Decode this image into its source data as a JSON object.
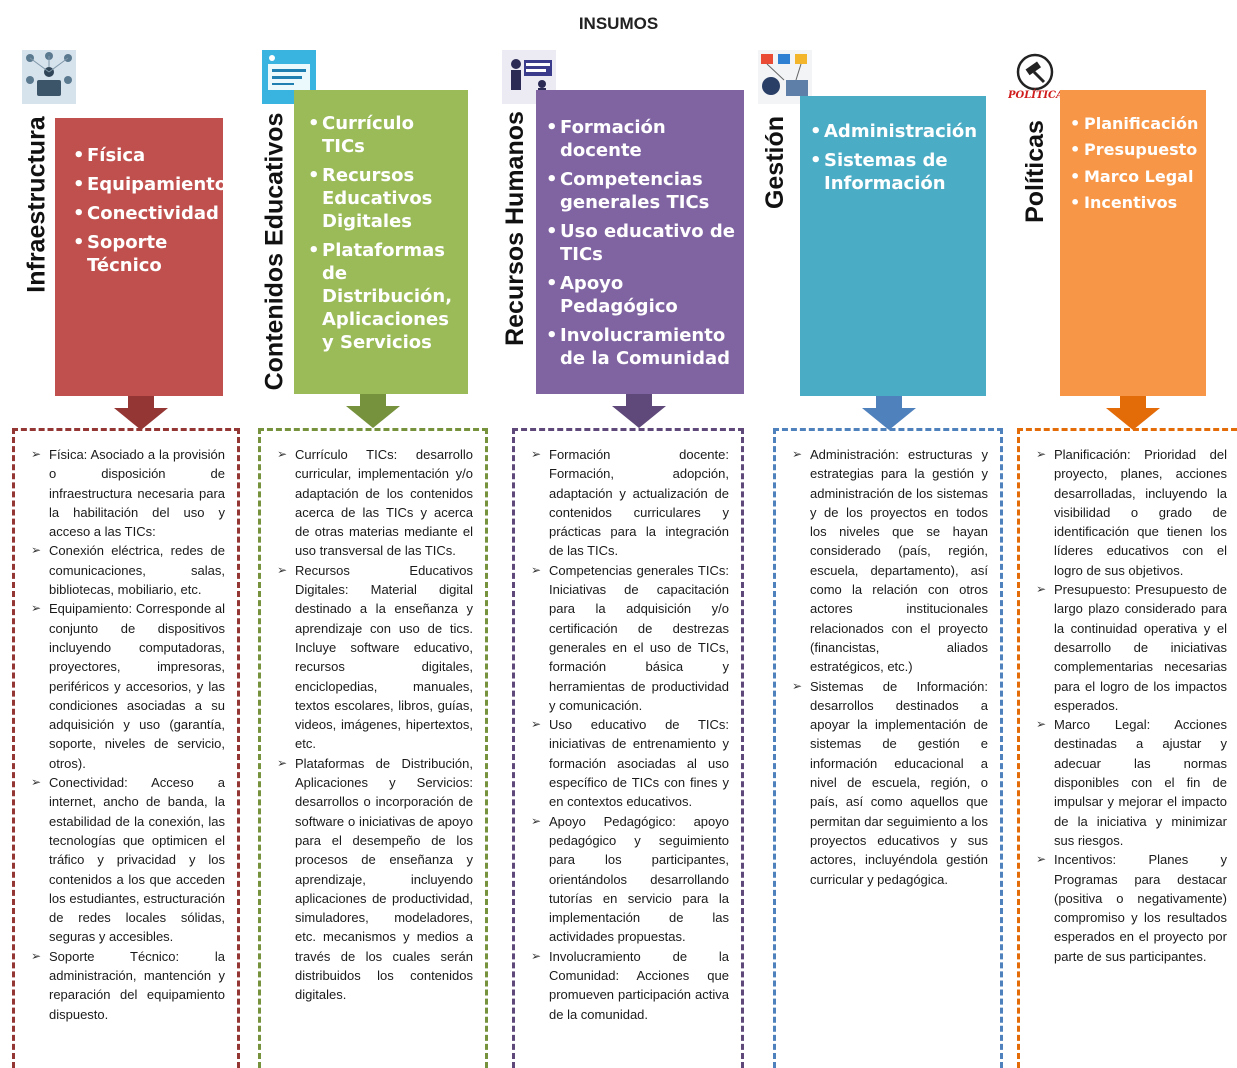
{
  "title": "INSUMOS",
  "columns": [
    {
      "label": "Infraestructura",
      "color": "#C0504D",
      "icon": "people-network-icon",
      "items": [
        "Física",
        "Equipamiento",
        "Conectividad",
        "Soporte Técnico"
      ],
      "descriptions": [
        "Física: Asociado a la provisión o disposición de infraestructura necesaria para la habilitación del uso y acceso a las TICs:",
        "Conexión eléctrica, redes de comunicaciones, salas, bibliotecas, mobiliario, etc.",
        "Equipamiento: Corresponde al conjunto de dispositivos incluyendo computadoras, proyectores, impresoras, periféricos y accesorios, y las condiciones asociadas a su adquisición y uso (garantía, soporte, niveles de servicio, otros).",
        "Conectividad: Acceso a internet, ancho de banda, la estabilidad de la conexión, las tecnologías que optimicen el tráfico y privacidad y los contenidos a los que acceden los estudiantes, estructuración de redes locales sólidas, seguras y accesibles.",
        "Soporte Técnico: la administración, mantención y reparación del equipamiento dispuesto."
      ]
    },
    {
      "label": "Contenidos Educativos",
      "color": "#9BBB59",
      "icon": "educational-content-icon",
      "items": [
        "Currículo TICs",
        "Recursos Educativos Digitales",
        "Plataformas de Distribución, Aplicaciones y Servicios"
      ],
      "descriptions": [
        "Currículo TICs: desarrollo curricular, implementación y/o adaptación de los contenidos acerca de las TICs y acerca de otras materias mediante el uso transversal de las TICs.",
        "Recursos Educativos Digitales: Material digital destinado a la enseñanza y aprendizaje con uso de tics. Incluye software educativo, recursos digitales, enciclopedias, manuales, textos escolares, libros, guías, videos, imágenes, hipertextos, etc.",
        "Plataformas de Distribución, Aplicaciones y Servicios: desarrollos o incorporación de software o iniciativas de apoyo para el desempeño de los procesos de enseñanza y aprendizaje, incluyendo aplicaciones de productividad, simuladores, modeladores, etc. mecanismos y medios a través de los cuales serán distribuidos los contenidos digitales."
      ]
    },
    {
      "label": "Recursos Humanos",
      "color": "#8064A2",
      "icon": "human-resources-icon",
      "items": [
        "Formación docente",
        "Competencias generales TICs",
        "Uso educativo de TICs",
        "Apoyo Pedagógico",
        "Involucramiento de la Comunidad"
      ],
      "descriptions": [
        "Formación docente: Formación, adopción, adaptación y actualización de contenidos curriculares y prácticas para la integración de las TICs.",
        "Competencias generales TICs: Iniciativas de capacitación para la adquisición y/o certificación de destrezas generales en el uso de TICs, formación básica y herramientas de productividad y comunicación.",
        "Uso educativo de TICs: iniciativas de entrenamiento y formación asociadas al uso específico de TICs con fines y en contextos educativos.",
        "Apoyo Pedagógico: apoyo pedagógico y seguimiento para los participantes, orientándolos desarrollando tutorías en servicio para la implementación de las actividades propuestas.",
        "Involucramiento de la Comunidad: Acciones que promueven participación activa de la comunidad."
      ]
    },
    {
      "label": "Gestión",
      "color": "#4BACC6",
      "icon": "management-icon",
      "items": [
        "Administración",
        "Sistemas de Información"
      ],
      "descriptions": [
        "Administración: estructuras y estrategias para la gestión y administración de los sistemas y de los proyectos en todos los niveles que se hayan considerado (país, región, escuela, departamento), así como la relación con otros actores institucionales relacionados con el proyecto (financistas, aliados estratégicos, etc.)",
        "Sistemas de Información: desarrollos destinados a apoyar la implementación de sistemas de gestión e información educacional a nivel de escuela, región, o país, así como aquellos que permitan dar seguimiento a los proyectos educativos y sus actores, incluyéndola gestión curricular y pedagógica."
      ]
    },
    {
      "label": "Políticas",
      "color": "#F79646",
      "icon": "gavel-icon",
      "icon_text": "POLÍTICAS",
      "items": [
        "Planificación",
        "Presupuesto",
        "Marco Legal",
        "Incentivos"
      ],
      "descriptions": [
        "Planificación: Prioridad del proyecto, planes, acciones desarrolladas, incluyendo la visibilidad o grado de identificación que tienen los líderes educativos con el logro de sus objetivos.",
        "Presupuesto: Presupuesto de largo plazo considerado para la continuidad operativa y el desarrollo de iniciativas complementarias necesarias para el logro de los impactos esperados.",
        "Marco Legal: Acciones destinadas a ajustar y adecuar las normas disponibles con el fin de impulsar y mejorar el impacto de la iniciativa y minimizar sus riesgos.",
        "Incentivos: Planes y Programas para destacar (positiva o negativamente) compromiso y los resultados esperados en el proyecto por parte de sus participantes."
      ]
    }
  ]
}
